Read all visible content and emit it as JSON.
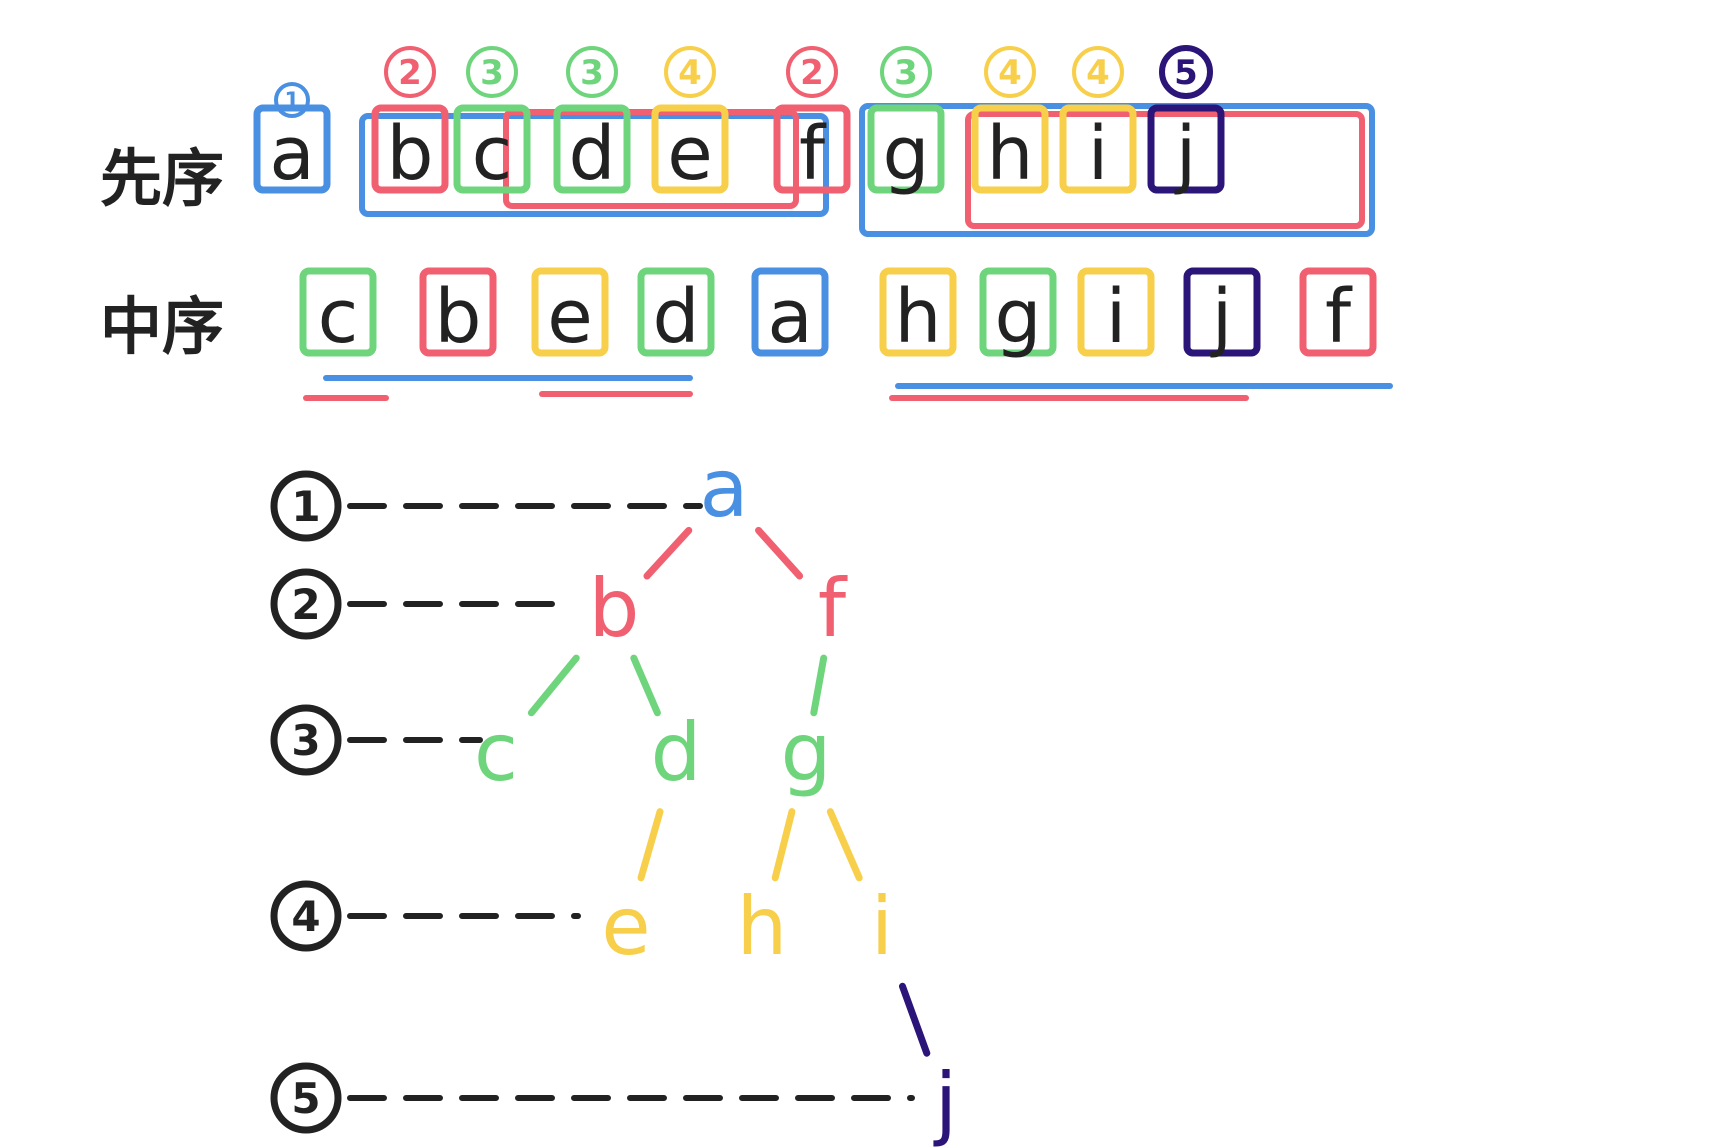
{
  "labels": {
    "preorder": "先序",
    "inorder": "中序"
  },
  "colors": {
    "level1": "#4a90e2",
    "level2": "#f06070",
    "level3": "#6fd57c",
    "level4": "#f7cf4a",
    "level5": "#2b1578",
    "ink": "#222222"
  },
  "preorder": [
    {
      "char": "a",
      "level": 1
    },
    {
      "char": "b",
      "level": 2
    },
    {
      "char": "c",
      "level": 3
    },
    {
      "char": "d",
      "level": 3
    },
    {
      "char": "e",
      "level": 4
    },
    {
      "char": "f",
      "level": 2
    },
    {
      "char": "g",
      "level": 3
    },
    {
      "char": "h",
      "level": 4
    },
    {
      "char": "i",
      "level": 4
    },
    {
      "char": "j",
      "level": 5
    }
  ],
  "inorder": [
    {
      "char": "c",
      "level": 3
    },
    {
      "char": "b",
      "level": 2
    },
    {
      "char": "e",
      "level": 4
    },
    {
      "char": "d",
      "level": 3
    },
    {
      "char": "a",
      "level": 1
    },
    {
      "char": "h",
      "level": 4
    },
    {
      "char": "g",
      "level": 3
    },
    {
      "char": "i",
      "level": 4
    },
    {
      "char": "j",
      "level": 5
    },
    {
      "char": "f",
      "level": 2
    }
  ],
  "preorder_markers": [
    "1",
    "2",
    "3",
    "3",
    "4",
    "2",
    "3",
    "4",
    "4",
    "5"
  ],
  "tree": {
    "nodes": [
      {
        "id": "a",
        "label": "a",
        "level": 1
      },
      {
        "id": "b",
        "label": "b",
        "level": 2
      },
      {
        "id": "f",
        "label": "f",
        "level": 2
      },
      {
        "id": "c",
        "label": "c",
        "level": 3
      },
      {
        "id": "d",
        "label": "d",
        "level": 3
      },
      {
        "id": "g",
        "label": "g",
        "level": 3
      },
      {
        "id": "e",
        "label": "e",
        "level": 4
      },
      {
        "id": "h",
        "label": "h",
        "level": 4
      },
      {
        "id": "i",
        "label": "i",
        "level": 4
      },
      {
        "id": "j",
        "label": "j",
        "level": 5
      }
    ],
    "edges": [
      {
        "from": "a",
        "to": "b",
        "level": 2
      },
      {
        "from": "a",
        "to": "f",
        "level": 2
      },
      {
        "from": "b",
        "to": "c",
        "level": 3
      },
      {
        "from": "b",
        "to": "d",
        "level": 3
      },
      {
        "from": "f",
        "to": "g",
        "level": 3
      },
      {
        "from": "d",
        "to": "e",
        "level": 4
      },
      {
        "from": "g",
        "to": "h",
        "level": 4
      },
      {
        "from": "g",
        "to": "i",
        "level": 4
      },
      {
        "from": "i",
        "to": "j",
        "level": 5
      }
    ],
    "level_markers": [
      "1",
      "2",
      "3",
      "4",
      "5"
    ]
  }
}
